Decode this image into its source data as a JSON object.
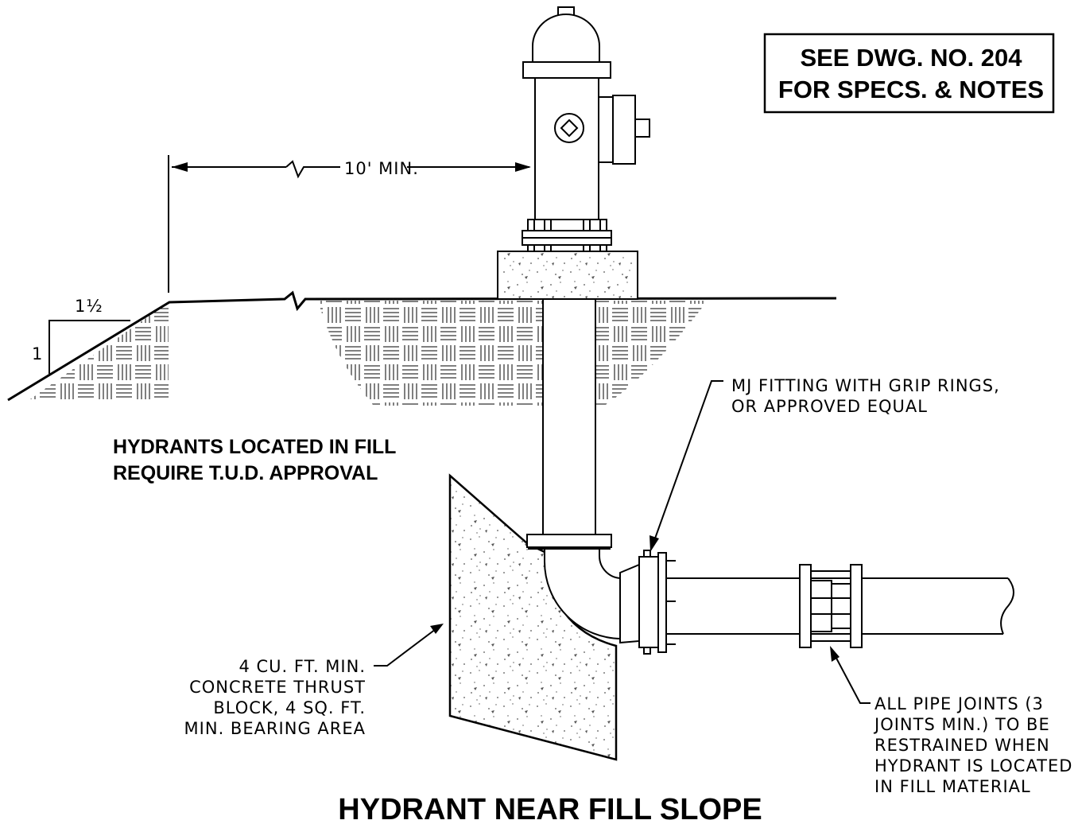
{
  "title": "HYDRANT NEAR FILL SLOPE",
  "reference_box": {
    "line1": "SEE DWG. NO. 204",
    "line2": "FOR SPECS. & NOTES"
  },
  "dimension": {
    "label": "10' MIN."
  },
  "slope": {
    "horizontal": "1½",
    "vertical": "1"
  },
  "fill_note": {
    "line1": "HYDRANTS LOCATED IN FILL",
    "line2": "REQUIRE T.U.D. APPROVAL"
  },
  "callouts": {
    "mj_fitting": {
      "line1": "MJ FITTING WITH GRIP RINGS,",
      "line2": "OR APPROVED EQUAL"
    },
    "thrust_block": {
      "line1": "4 CU. FT. MIN.",
      "line2": "CONCRETE THRUST",
      "line3": "BLOCK, 4 SQ. FT.",
      "line4": "MIN. BEARING AREA"
    },
    "pipe_joints": {
      "line1": "ALL PIPE JOINTS (3",
      "line2": "JOINTS MIN.) TO BE",
      "line3": "RESTRAINED WHEN",
      "line4": "HYDRANT IS LOCATED",
      "line5": "IN FILL MATERIAL"
    }
  }
}
